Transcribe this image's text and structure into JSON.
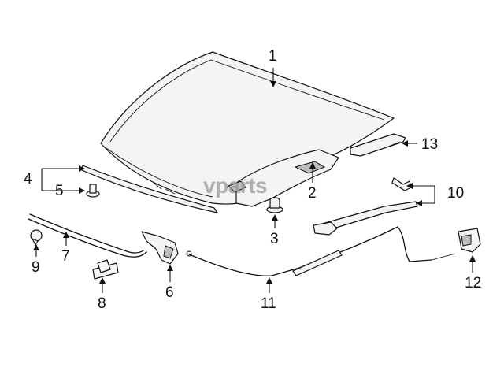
{
  "watermark": "vparts",
  "callouts": [
    {
      "id": "1",
      "label": "1"
    },
    {
      "id": "2",
      "label": "2"
    },
    {
      "id": "3",
      "label": "3"
    },
    {
      "id": "4",
      "label": "4"
    },
    {
      "id": "5",
      "label": "5"
    },
    {
      "id": "6",
      "label": "6"
    },
    {
      "id": "7",
      "label": "7"
    },
    {
      "id": "8",
      "label": "8"
    },
    {
      "id": "9",
      "label": "9"
    },
    {
      "id": "10",
      "label": "10"
    },
    {
      "id": "11",
      "label": "11"
    },
    {
      "id": "12",
      "label": "12"
    },
    {
      "id": "13",
      "label": "13"
    }
  ]
}
